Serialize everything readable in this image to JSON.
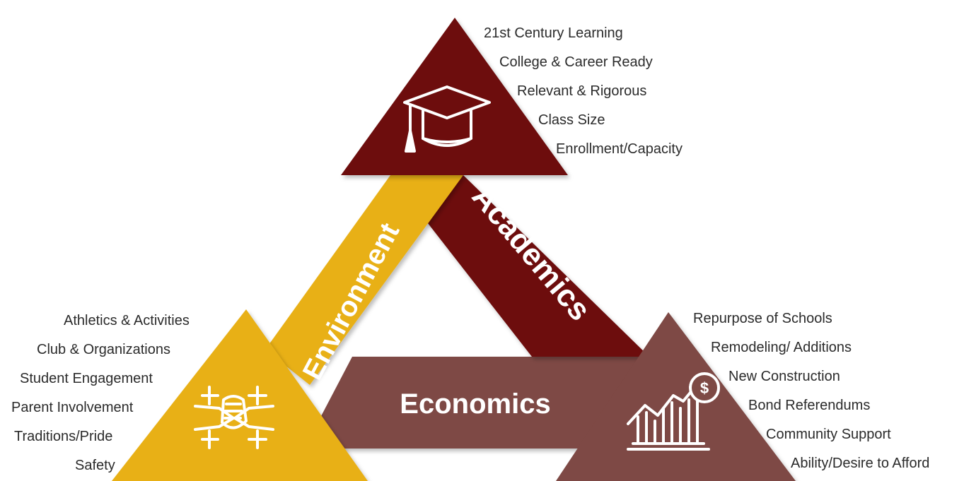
{
  "academics": {
    "label": "Academics",
    "color": "#6d0f0f",
    "items": [
      "21st Century Learning",
      "College & Career Ready",
      "Relevant & Rigorous",
      "Class Size",
      "Enrollment/Capacity"
    ],
    "icon": "graduation-cap-icon"
  },
  "environment": {
    "label": "Environment",
    "color": "#e8b018",
    "items": [
      "Athletics & Activities",
      "Club & Organizations",
      "Student Engagement",
      "Parent Involvement",
      "Traditions/Pride",
      "Safety"
    ],
    "icon": "joined-hands-icon"
  },
  "economics": {
    "label": "Economics",
    "color": "#7e4a45",
    "items": [
      "Repurpose of Schools",
      "Remodeling/ Additions",
      "New Construction",
      "Bond Referendums",
      "Community Support",
      "Ability/Desire to Afford"
    ],
    "icon": "growth-chart-dollar-icon"
  }
}
